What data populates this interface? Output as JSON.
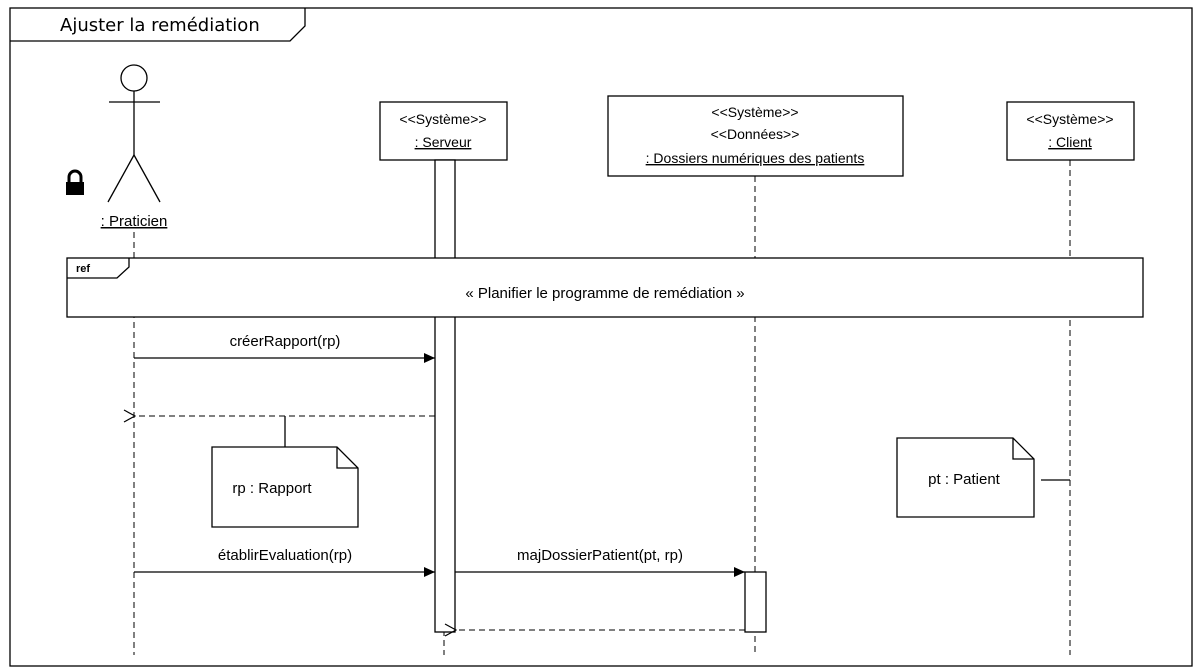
{
  "frame": {
    "title": "Ajuster la remédiation"
  },
  "actor": {
    "name": ": Praticien",
    "lock_icon": "lock-icon"
  },
  "lifelines": {
    "serveur": {
      "stereotype": "<<Système>>",
      "name": ": Serveur"
    },
    "dossiers": {
      "stereotype1": "<<Système>>",
      "stereotype2": "<<Données>>",
      "name": ": Dossiers numériques des patients"
    },
    "client": {
      "stereotype": "<<Système>>",
      "name": ": Client"
    }
  },
  "ref_fragment": {
    "tag": "ref",
    "label": "« Planifier le programme de remédiation »"
  },
  "messages": {
    "m1": "créerRapport(rp)",
    "m2": "établirEvaluation(rp)",
    "m3": "majDossierPatient(pt, rp)"
  },
  "notes": {
    "rapport": "rp : Rapport",
    "patient": "pt : Patient"
  }
}
